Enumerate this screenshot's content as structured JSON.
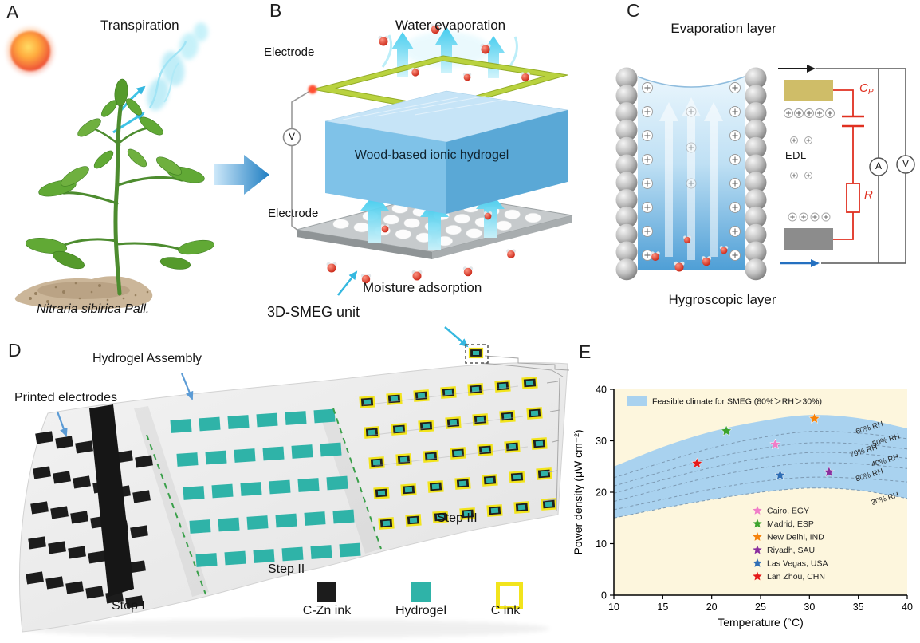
{
  "panels": {
    "a": {
      "letter": "A",
      "transpiration": "Transpiration",
      "species": "Nitraria sibirica Pall."
    },
    "b": {
      "letter": "B",
      "water_evaporation": "Water evaporation",
      "electrode_top": "Electrode",
      "electrode_bottom": "Electrode",
      "hydrogel": "Wood-based ionic hydrogel",
      "moisture_adsorption": "Moisture adsorption",
      "unit": "3D-SMEG unit",
      "voltmeter": "V"
    },
    "c": {
      "letter": "C",
      "evaporation_layer": "Evaporation layer",
      "hygroscopic_layer": "Hygroscopic layer",
      "edl": "EDL",
      "cap_main": "C",
      "cap_sub": "P",
      "resistor": "R",
      "ammeter": "A",
      "voltmeter": "V"
    },
    "d": {
      "letter": "D",
      "printed_electrodes": "Printed electrodes",
      "hydrogel_assembly": "Hydrogel Assembly",
      "step1": "Step I",
      "step2": "Step II",
      "step3": "Step III",
      "legend": [
        {
          "label": "C-Zn ink",
          "color": "#1c1c1c",
          "style": "filled"
        },
        {
          "label": "Hydrogel",
          "color": "#2fb3a8",
          "style": "filled"
        },
        {
          "label": "C ink",
          "color": "#f2e41c",
          "style": "outline"
        }
      ]
    },
    "e": {
      "letter": "E"
    }
  },
  "chart_data": {
    "type": "scatter",
    "title": "",
    "xlabel": "Temperature (°C)",
    "ylabel": "Power density (μW cm⁻²)",
    "xlim": [
      10,
      40
    ],
    "ylim": [
      0,
      40
    ],
    "xticks": [
      10,
      15,
      20,
      25,
      30,
      35,
      40
    ],
    "yticks": [
      0,
      10,
      20,
      30,
      40
    ],
    "grid": false,
    "band_legend": "Feasible climate for SMEG (80%＞RH＞30%)",
    "band_color": "#a9d2ef",
    "background_color": "#fdf6dd",
    "x_samples": [
      10,
      15,
      20,
      25,
      30,
      35,
      40
    ],
    "band_upper": [
      25,
      28.8,
      31.8,
      33.8,
      35,
      34.4,
      32.4
    ],
    "band_lower": [
      15,
      16.9,
      18.6,
      20,
      20.8,
      20.4,
      18.8
    ],
    "rh_curves": [
      {
        "label": "60% RH",
        "values": [
          22.8,
          25.8,
          28.6,
          30.6,
          31.8,
          31.5,
          30.4
        ],
        "label_pos": [
          36.2,
          32.1
        ]
      },
      {
        "label": "50% RH",
        "values": [
          21.2,
          24.0,
          26.6,
          28.5,
          29.6,
          29.4,
          28.4
        ],
        "label_pos": [
          37.9,
          29.7
        ]
      },
      {
        "label": "70% RH",
        "values": [
          19.8,
          22.4,
          24.8,
          26.6,
          27.7,
          27.5,
          26.6
        ],
        "label_pos": [
          35.6,
          27.6
        ]
      },
      {
        "label": "40% RH",
        "values": [
          18.2,
          20.7,
          23.0,
          24.7,
          25.7,
          25.5,
          24.6
        ],
        "label_pos": [
          37.8,
          25.7
        ]
      },
      {
        "label": "80% RH",
        "values": [
          16.6,
          18.6,
          20.6,
          22.1,
          22.9,
          22.7,
          22.0
        ],
        "label_pos": [
          36.2,
          22.9
        ]
      },
      {
        "label": "30% RH",
        "values": [
          15,
          16.9,
          18.6,
          20,
          20.8,
          20.4,
          18.8
        ],
        "label_pos": [
          37.8,
          18.3
        ]
      }
    ],
    "cities": [
      {
        "name": "Cairo, EGY",
        "color": "#f07ec8",
        "temperature": 26.5,
        "power": 29.3
      },
      {
        "name": "Madrid, ESP",
        "color": "#3da32d",
        "temperature": 21.5,
        "power": 31.9
      },
      {
        "name": "New Delhi, IND",
        "color": "#f5820a",
        "temperature": 30.5,
        "power": 34.3
      },
      {
        "name": "Riyadh, SAU",
        "color": "#8a2f9e",
        "temperature": 32,
        "power": 23.9
      },
      {
        "name": "Las Vegas, USA",
        "color": "#2f6eb5",
        "temperature": 27,
        "power": 23.3
      },
      {
        "name": "Lan Zhou, CHN",
        "color": "#e51a1a",
        "temperature": 18.5,
        "power": 25.6
      }
    ]
  }
}
